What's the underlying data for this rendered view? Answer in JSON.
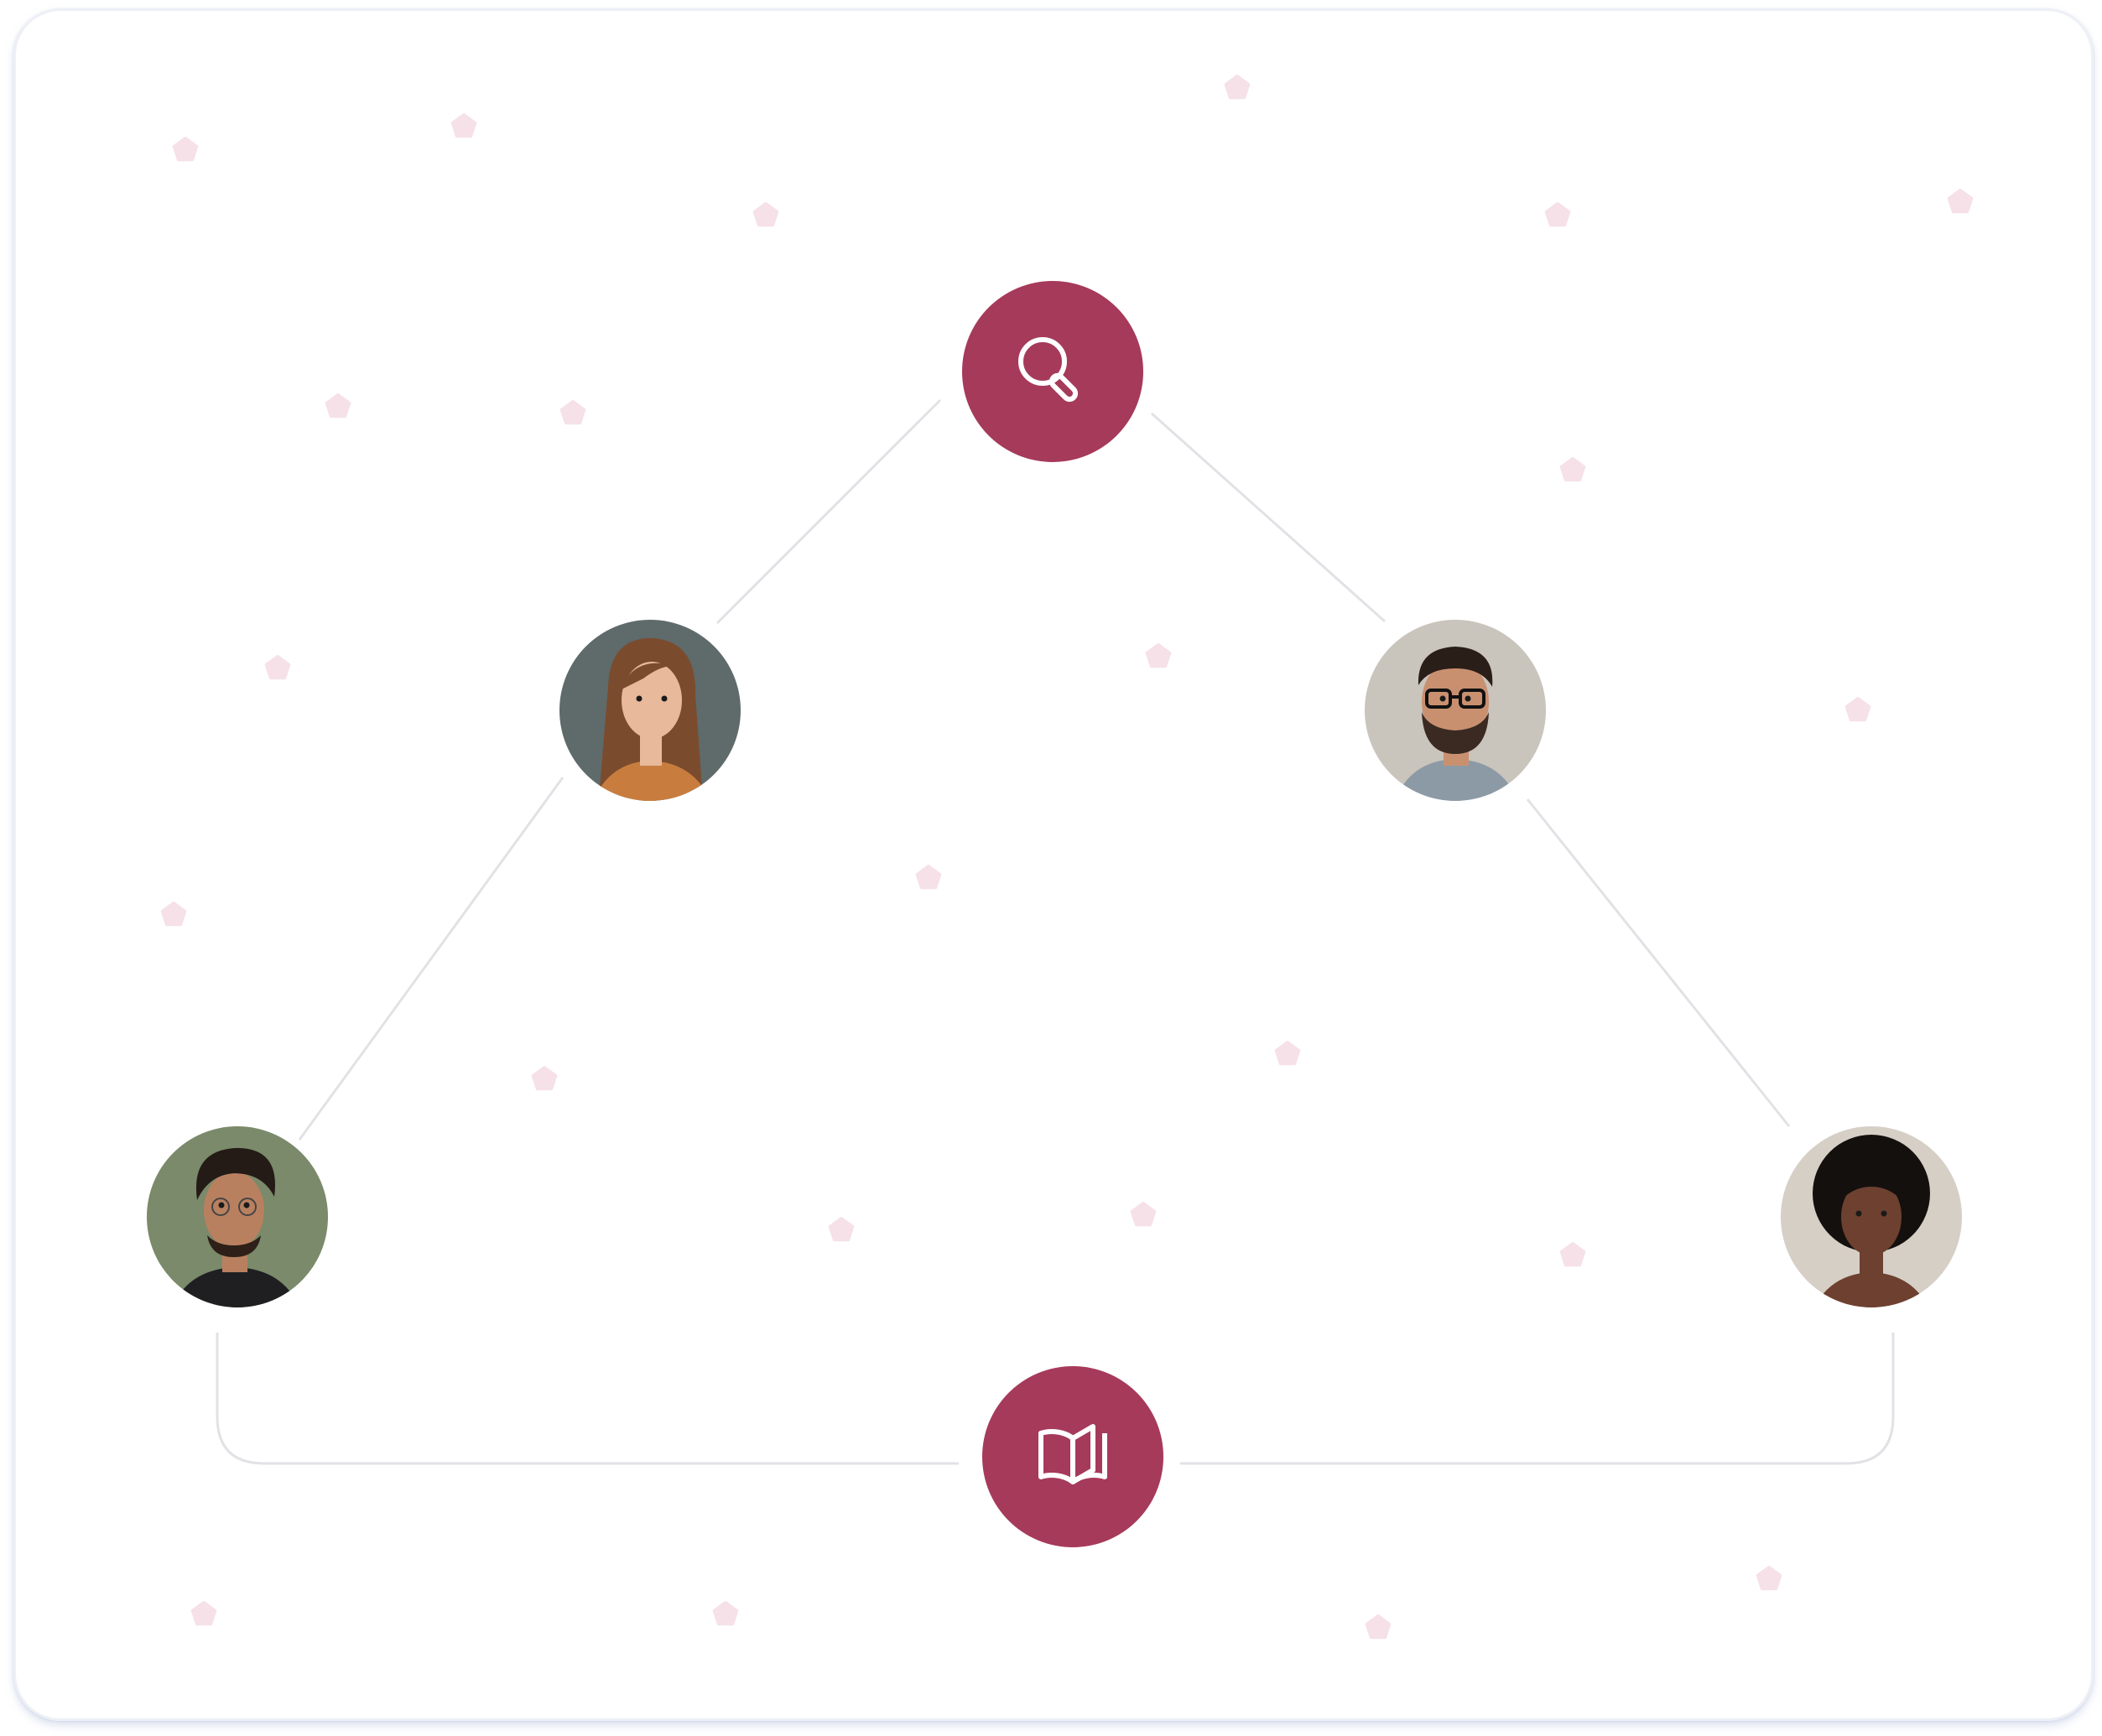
{
  "diagram": {
    "accent_color": "#a63a5a",
    "connector_color": "#e2e2e6",
    "confetti_color": "#f6e1e8",
    "hubs": [
      {
        "id": "search-hub",
        "icon": "search-icon"
      },
      {
        "id": "knowledge-hub",
        "icon": "open-book-icon"
      }
    ],
    "avatars": [
      {
        "id": "avatar-woman-long-hair",
        "skin": "#e8b99a",
        "hair": "#7b4b2e",
        "shirt": "#c87d3e",
        "bg": "#5f6a6a"
      },
      {
        "id": "avatar-man-glasses-beard",
        "skin": "#c99070",
        "hair": "#2a1e18",
        "shirt": "#8c9aa6",
        "bg": "#c9c4bc"
      },
      {
        "id": "avatar-man-curly-hair",
        "skin": "#b98060",
        "hair": "#241a16",
        "shirt": "#1f1f22",
        "bg": "#7a8a6a"
      },
      {
        "id": "avatar-woman-natural-hair",
        "skin": "#6e4030",
        "hair": "#14100e",
        "shirt": "#6e4030",
        "bg": "#d6cfc6"
      }
    ]
  }
}
